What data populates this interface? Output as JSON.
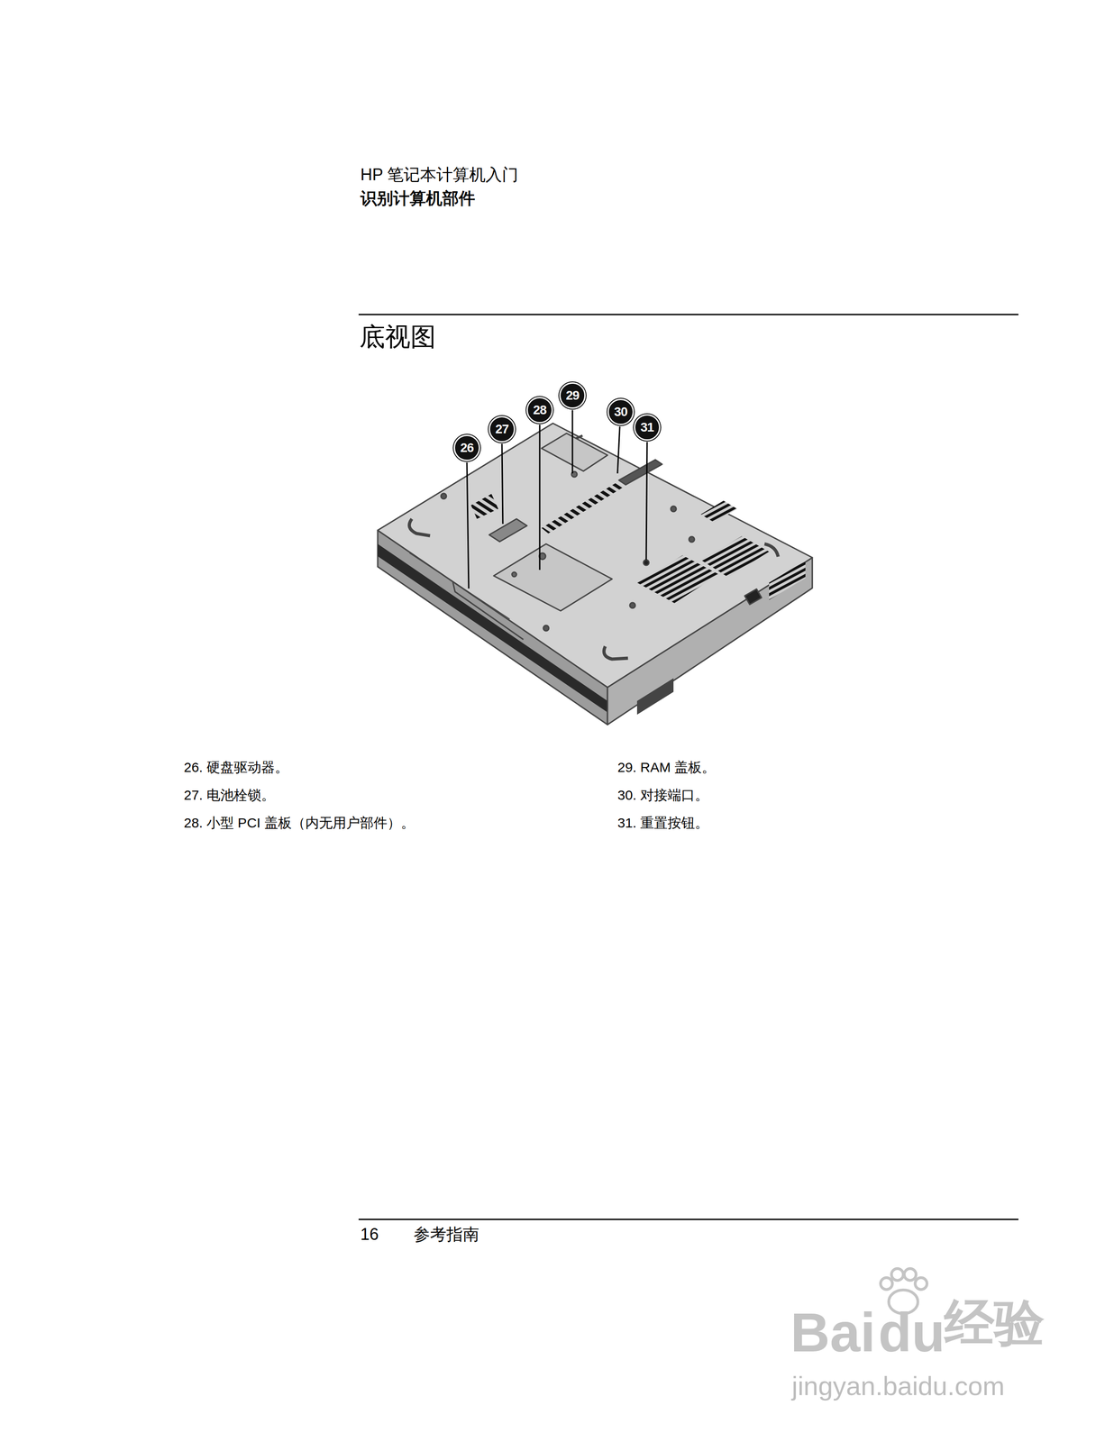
{
  "diagram": {
    "title": "底视图",
    "nodes": [
      {
        "text": [
          "26"
        ]
      },
      {
        "text": [
          "27"
        ]
      },
      {
        "text": [
          "28"
        ]
      },
      {
        "text": [
          "29"
        ]
      },
      {
        "text": [
          "30"
        ]
      },
      {
        "text": [
          "31"
        ]
      }
    ],
    "labels": [
      "HP 笔记本计算机入门",
      "识别计算机部件",
      "26. 硬盘驱动器。",
      "27. 电池栓锁。",
      "28. 小型 PCI 盖板（内无用户部件）。",
      "29. RAM 盖板。",
      "30. 对接端口。",
      "31. 重置按钮。",
      "16",
      "参考指南",
      "Bai",
      "du",
      "经验",
      "jingyan.baidu.com"
    ]
  }
}
